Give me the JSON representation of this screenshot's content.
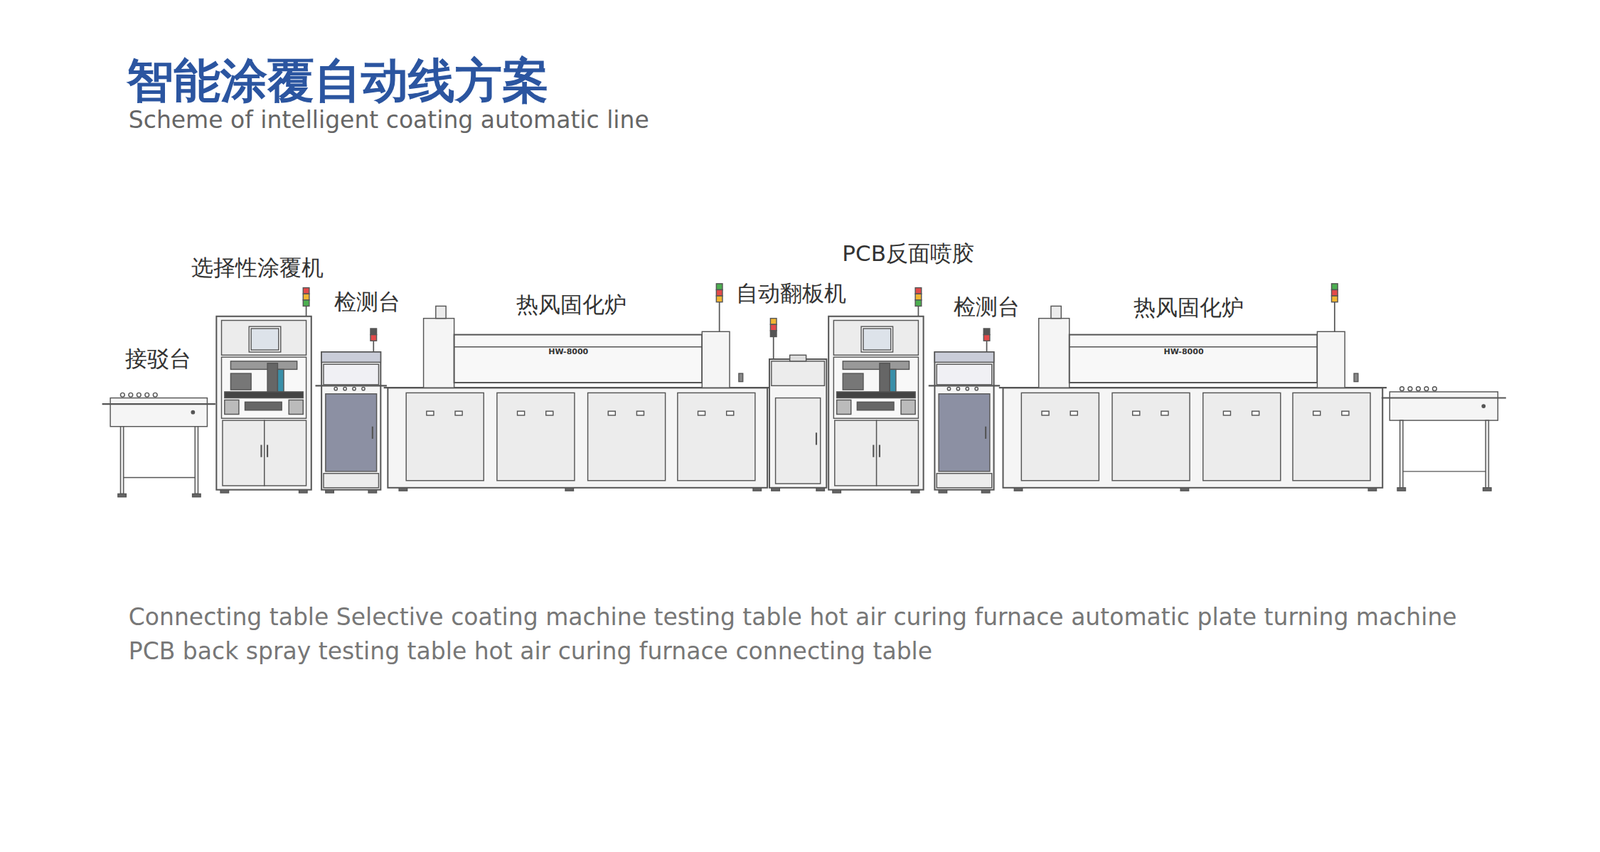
{
  "diagram": {
    "title": "智能涂覆自动线方案",
    "caption": "Connecting table Selective coating machine testing table hot air curing furnace automatic plate turning machine PCB back spray testing table hot air curing furnace connecting table",
    "labels": [
      "Scheme of intelligent coating automatic line",
      "接驳台",
      "选择性涂覆机",
      "检测台",
      "热风固化炉",
      "自动翻板机",
      "PCB反面喷胶",
      "检测台",
      "热风固化炉",
      "HW-8000",
      "HW-8000"
    ]
  }
}
